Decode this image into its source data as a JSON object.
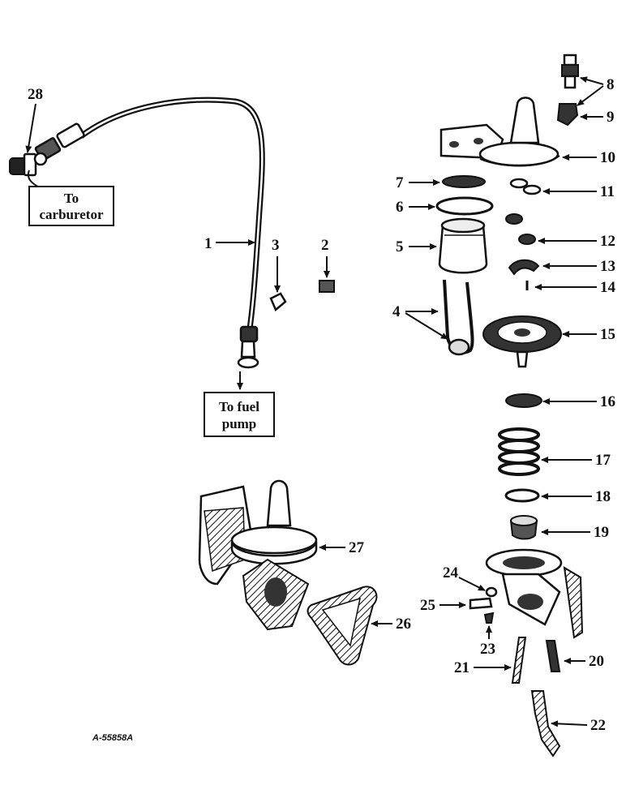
{
  "callouts": {
    "1": "1",
    "2": "2",
    "3": "3",
    "4": "4",
    "5": "5",
    "6": "6",
    "7": "7",
    "8": "8",
    "9": "9",
    "10": "10",
    "11": "11",
    "12": "12",
    "13": "13",
    "14": "14",
    "15": "15",
    "16": "16",
    "17": "17",
    "18": "18",
    "19": "19",
    "20": "20",
    "21": "21",
    "22": "22",
    "23": "23",
    "24": "24",
    "25": "25",
    "26": "26",
    "27": "27",
    "28": "28"
  },
  "boxes": {
    "carburetor": [
      "To",
      "carburetor"
    ],
    "fuel_pump": [
      "To fuel",
      "pump"
    ]
  },
  "reference_code": "A-55858A"
}
